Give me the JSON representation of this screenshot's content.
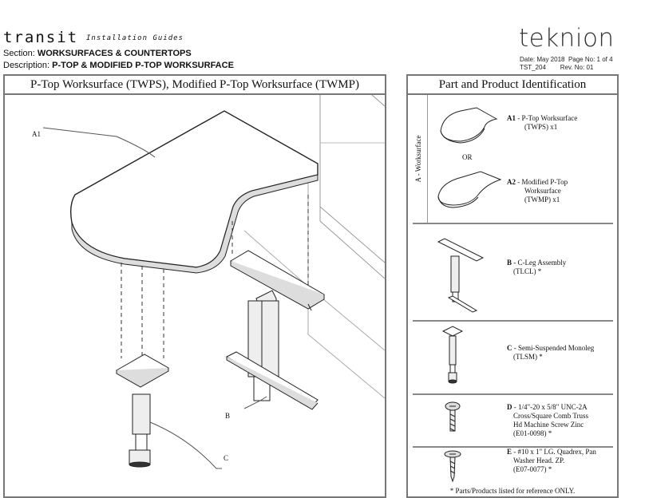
{
  "header": {
    "brand": "transit",
    "brand_sub": "Installation Guides",
    "section_label": "Section: ",
    "section_value": "WORKSURFACES & COUNTERTOPS",
    "description_label": "Description: ",
    "description_value": "P-TOP & MODIFIED P-TOP WORKSURFACE",
    "logo": "teknion",
    "date": "Date: May 2018",
    "page": "Page No: 1 of 4",
    "doc_code": "TST_204",
    "rev": "Rev. No: 01"
  },
  "left_panel": {
    "title": "P-Top Worksurface (TWPS), Modified P-Top Worksurface (TWMP)",
    "callouts": {
      "a1": "A1",
      "b": "B",
      "c": "C"
    }
  },
  "right_panel": {
    "title": "Part and Product Identification",
    "side_label": "A - Worksurface",
    "items": {
      "a1_code": "A1",
      "a1_text": "- P-Top Worksurface",
      "a1_text2": "(TWPS) x1",
      "or": "OR",
      "a2_code": "A2",
      "a2_text": "- Modified P-Top",
      "a2_text2": "Worksurface",
      "a2_text3": "(TWMP) x1",
      "b_code": "B",
      "b_text": "- C-Leg Assembly",
      "b_text2": "(TLCL) *",
      "c_code": "C",
      "c_text": "- Semi-Suspended Monoleg",
      "c_text2": "(TLSM) *",
      "d_code": "D",
      "d_text": "- 1/4\"-20 x 5/8\" UNC-2A",
      "d_text2": "Cross/Square Comb Truss",
      "d_text3": "Hd Machine Screw Zinc",
      "d_text4": "(E01-0098) *",
      "e_code": "E",
      "e_text": "- #10 x 1\" LG. Quadrex, Pan",
      "e_text2": "Washer Head. ZP.",
      "e_text3": "(E07-0077) *"
    },
    "note": "* Parts/Products listed for reference ONLY."
  }
}
